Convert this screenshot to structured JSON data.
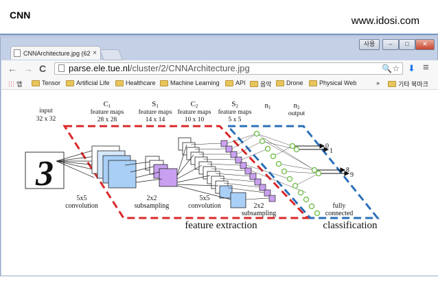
{
  "slide": {
    "title": "CNN",
    "source": "www.idosi.com"
  },
  "browser": {
    "tab_title": "CNNArchitecture.jpg (62",
    "tab_close": "×",
    "window_controls": {
      "user": "사용",
      "minimize": "–",
      "maximize": "□",
      "close": "✕"
    },
    "nav": {
      "back": "←",
      "forward": "→",
      "reload": "C"
    },
    "url_host": "parse.ele.tue.nl",
    "url_path": "/cluster/2/CNNArchitecture.jpg",
    "url_tools": "🔍☆",
    "menu_icon": "≡",
    "extension_icon": "⬇",
    "bookmarks": {
      "apps": "앱",
      "items": [
        "Tensor",
        "Artificial Life",
        "Healthcare",
        "Machine Learning",
        "API",
        "음악",
        "Drone",
        "Physical Web"
      ],
      "overflow": "»",
      "other": "기타 북마크"
    }
  },
  "diagram": {
    "digit": "3",
    "columns": [
      {
        "name": "input",
        "size": "32 x 32"
      },
      {
        "name": "C",
        "sub": "1",
        "line2": "feature maps",
        "size": "28 x 28"
      },
      {
        "name": "S",
        "sub": "1",
        "line2": "feature maps",
        "size": "14 x 14"
      },
      {
        "name": "C",
        "sub": "2",
        "line2": "feature maps",
        "size": "10 x 10"
      },
      {
        "name": "S",
        "sub": "2",
        "line2": "feature maps",
        "size": "5 x 5"
      },
      {
        "name": "n",
        "sub": "1"
      },
      {
        "name": "n",
        "sub": "2",
        "line2": "output"
      }
    ],
    "ops": {
      "conv1": [
        "5x5",
        "convolution"
      ],
      "sub1": [
        "2x2",
        "subsampling"
      ],
      "conv2": [
        "5x5",
        "convolution"
      ],
      "sub2": [
        "2x2",
        "subsampling"
      ],
      "fc": [
        "fully",
        "connected"
      ]
    },
    "outputs": [
      "0",
      "1",
      "8",
      "9"
    ],
    "regions": {
      "feature": "feature extraction",
      "classification": "classification"
    },
    "colors": {
      "red_dash": "#d9282a",
      "blue_dash": "#2a6fb8",
      "blue_map": "#a9cff6",
      "purple_map": "#c9a0f0",
      "neuron": "#7ac256"
    }
  }
}
